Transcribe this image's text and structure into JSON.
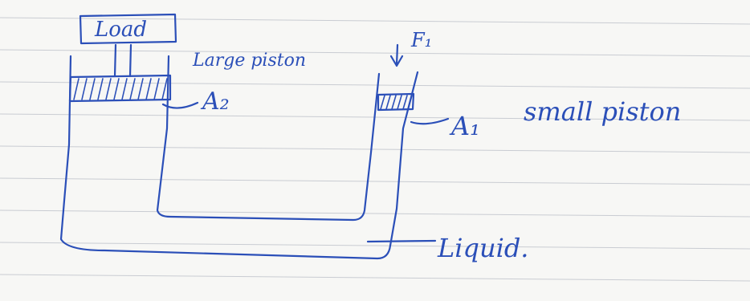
{
  "labels": {
    "load": "Load",
    "large_piston": "Large piston",
    "a2": "A₂",
    "f1": "F₁",
    "a1": "A₁",
    "small_piston": "small piston",
    "liquid": "Liquid."
  },
  "colors": {
    "ink": "#2b4fb8",
    "paper": "#f7f7f5",
    "rule_lines": "#c9ccd2"
  }
}
